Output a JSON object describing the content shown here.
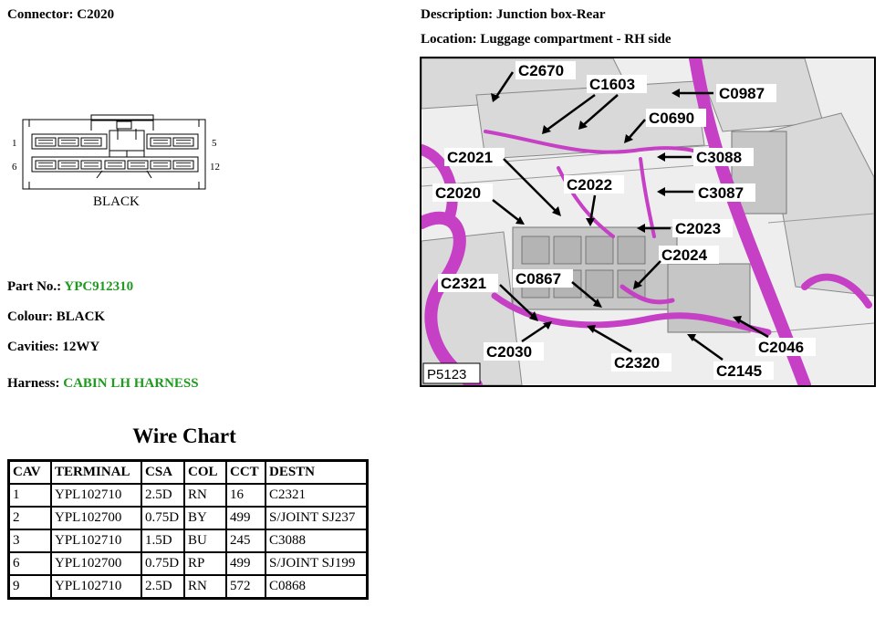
{
  "connector": {
    "label": "Connector:",
    "value": "C2020"
  },
  "description": {
    "label": "Description:",
    "value": "Junction box-Rear"
  },
  "location": {
    "label": "Location:",
    "value": "Luggage compartment - RH side"
  },
  "diagram": {
    "pin_top_left": "1",
    "pin_top_right": "5",
    "pin_bottom_left": "6",
    "pin_bottom_right": "12",
    "colour_caption": "BLACK"
  },
  "part_no": {
    "label": "Part No.:",
    "value": "YPC912310"
  },
  "colour": {
    "label": "Colour:",
    "value": "BLACK"
  },
  "cavities": {
    "label": "Cavities:",
    "value": "12WY"
  },
  "harness": {
    "label": "Harness:",
    "value": "CABIN LH HARNESS"
  },
  "colors": {
    "link_green": "#1f9a1f",
    "harness_magenta": "#c640c6"
  },
  "photo": {
    "ref": "P5123",
    "callouts": [
      "C2670",
      "C1603",
      "C0987",
      "C0690",
      "C3088",
      "C2021",
      "C3087",
      "C2020",
      "C2022",
      "C2023",
      "C2024",
      "C2321",
      "C0867",
      "C2030",
      "C2320",
      "C2145",
      "C2046"
    ]
  },
  "wire_chart": {
    "title": "Wire Chart",
    "headers": [
      "CAV",
      "TERMINAL",
      "CSA",
      "COL",
      "CCT",
      "DESTN"
    ],
    "rows": [
      [
        "1",
        "YPL102710",
        "2.5D",
        "RN",
        "16",
        "C2321"
      ],
      [
        "2",
        "YPL102700",
        "0.75D",
        "BY",
        "499",
        "S/JOINT SJ237"
      ],
      [
        "3",
        "YPL102710",
        "1.5D",
        "BU",
        "245",
        "C3088"
      ],
      [
        "6",
        "YPL102700",
        "0.75D",
        "RP",
        "499",
        "S/JOINT SJ199"
      ],
      [
        "9",
        "YPL102710",
        "2.5D",
        "RN",
        "572",
        "C0868"
      ]
    ]
  }
}
